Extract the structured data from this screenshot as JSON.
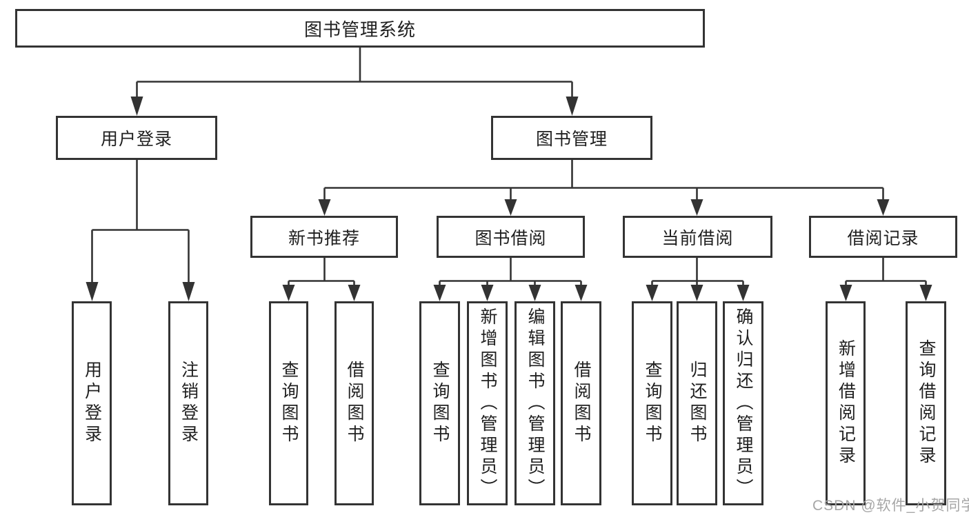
{
  "diagram": {
    "root": {
      "label": "图书管理系统"
    },
    "level1": [
      {
        "label": "用户登录"
      },
      {
        "label": "图书管理"
      }
    ],
    "level2": [
      {
        "label": "新书推荐"
      },
      {
        "label": "图书借阅"
      },
      {
        "label": "当前借阅"
      },
      {
        "label": "借阅记录"
      }
    ],
    "leaves": {
      "user_login": [
        {
          "label": "用户登录"
        },
        {
          "label": "注销登录"
        }
      ],
      "new_book_recommend": [
        {
          "label": "查询图书"
        },
        {
          "label": "借阅图书"
        }
      ],
      "book_borrow": [
        {
          "label": "查询图书"
        },
        {
          "label": "新增图书（管理员）"
        },
        {
          "label": "编辑图书（管理员）"
        },
        {
          "label": "借阅图书"
        }
      ],
      "current_borrow": [
        {
          "label": "查询图书"
        },
        {
          "label": "归还图书"
        },
        {
          "label": "确认归还（管理员）"
        }
      ],
      "borrow_record": [
        {
          "label": "新增借阅记录"
        },
        {
          "label": "查询借阅记录"
        }
      ]
    }
  },
  "watermark": {
    "text": "CSDN @软件_小贺同学"
  },
  "colors": {
    "line": "#333333",
    "box_border": "#333333",
    "text": "#1f1f1f",
    "background": "#ffffff",
    "watermark": "#a6a6a6"
  }
}
